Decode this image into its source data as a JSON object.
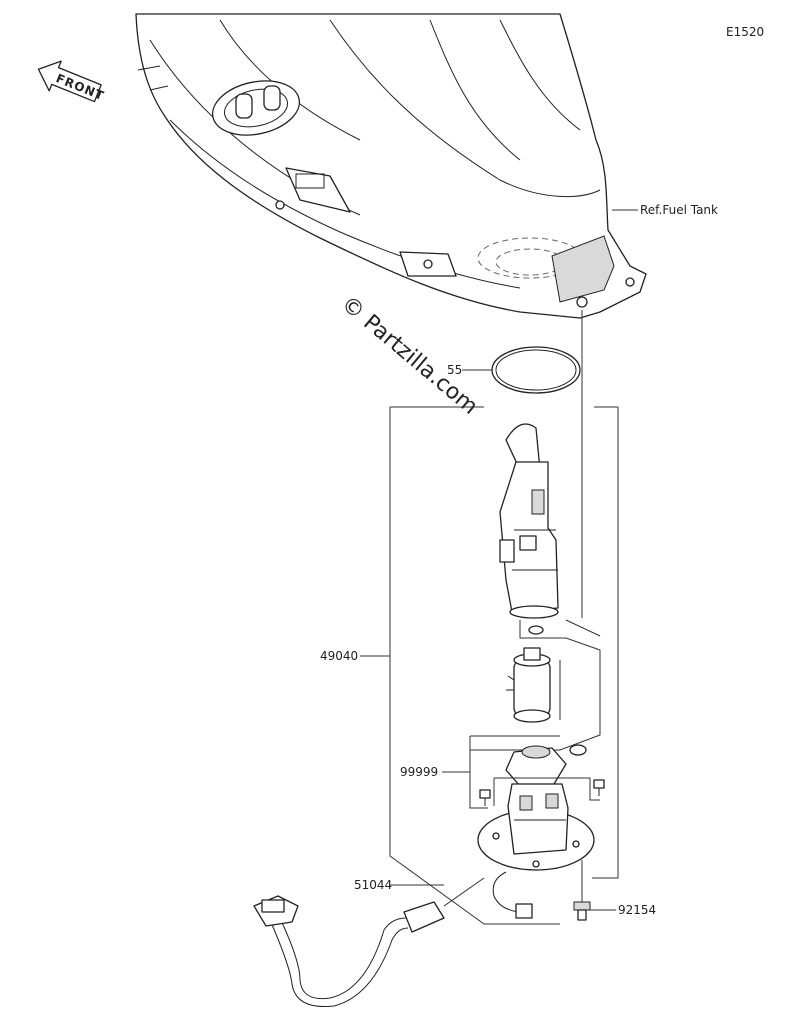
{
  "diagram_code": "E1520",
  "direction_label": "FRONT",
  "watermark": "© Partzilla.com",
  "labels": {
    "fuel_tank_ref": "Ref.Fuel Tank",
    "gasket": "55",
    "pump_assembly": "49040",
    "kit": "99999",
    "harness": "51044",
    "bolt": "92154"
  }
}
